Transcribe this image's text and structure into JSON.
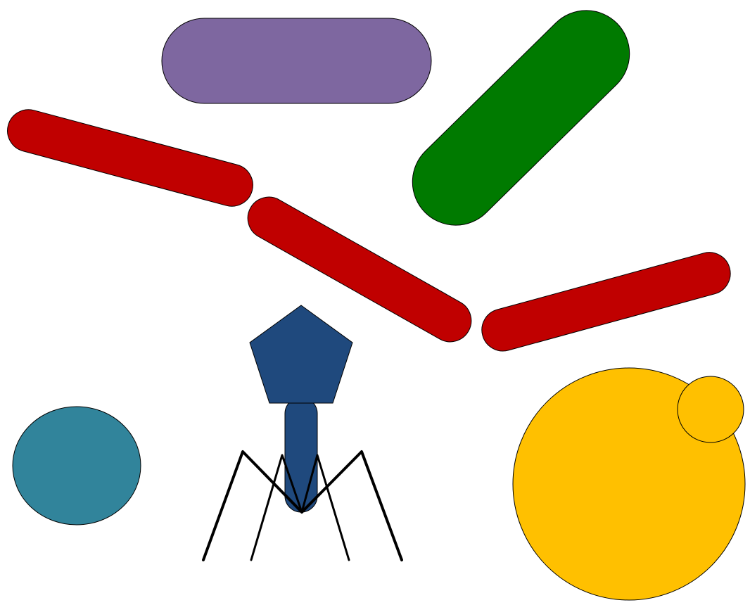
{
  "colors": {
    "purple_rod": "#7e67a0",
    "green_rod": "#007a00",
    "red_chain": "#c00000",
    "teal_coccus": "#31849b",
    "phage": "#1f497d",
    "yeast": "#ffc000",
    "outline": "#000000",
    "background": "#ffffff"
  },
  "shapes": [
    {
      "name": "purple-rod-bacterium",
      "kind": "capsule",
      "color_key": "purple_rod"
    },
    {
      "name": "green-rod-bacterium",
      "kind": "capsule",
      "color_key": "green_rod"
    },
    {
      "name": "red-chain-segment",
      "kind": "capsule",
      "color_key": "red_chain",
      "count": 3
    },
    {
      "name": "teal-coccus",
      "kind": "ellipse",
      "color_key": "teal_coccus"
    },
    {
      "name": "bacteriophage",
      "kind": "phage",
      "color_key": "phage"
    },
    {
      "name": "budding-yeast-cell",
      "kind": "circle-with-bud",
      "color_key": "yeast"
    }
  ]
}
